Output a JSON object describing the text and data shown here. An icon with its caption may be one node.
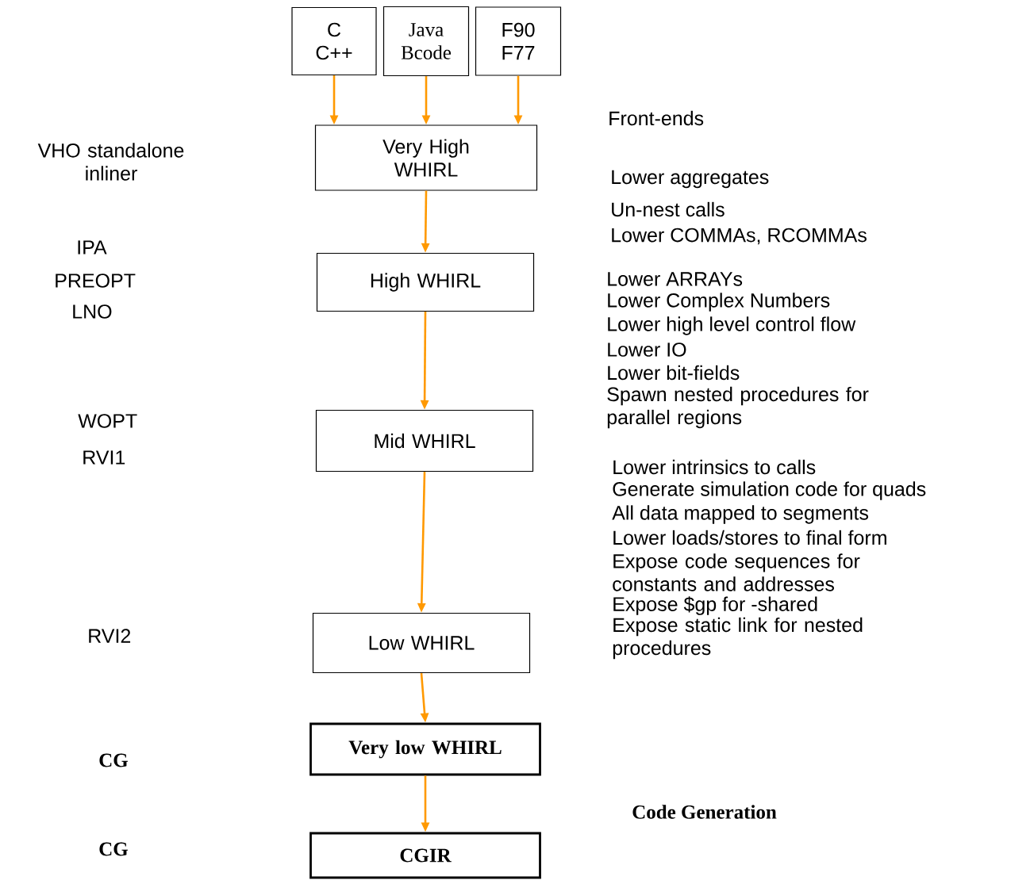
{
  "diagram": {
    "nodes": [
      {
        "text": [
          "C C++"
        ]
      },
      {
        "text": [
          "Java Bcode"
        ]
      },
      {
        "text": [
          "F90 F77"
        ]
      },
      {
        "text": [
          "Very High WHIRL"
        ]
      },
      {
        "text": [
          "High WHIRL"
        ]
      },
      {
        "text": [
          "Mid WHIRL"
        ]
      },
      {
        "text": [
          "Low WHIRL"
        ]
      },
      {
        "text": [
          "Very low WHIRL"
        ]
      },
      {
        "text": [
          "CGIR"
        ]
      }
    ],
    "edges": [
      {
        "from": 0,
        "to": 3,
        "arrow": "to"
      },
      {
        "from": 1,
        "to": 3,
        "arrow": "to"
      },
      {
        "from": 2,
        "to": 3,
        "arrow": "to"
      },
      {
        "from": 3,
        "to": 4,
        "arrow": "to"
      },
      {
        "from": 4,
        "to": 5,
        "arrow": "to"
      },
      {
        "from": 5,
        "to": 6,
        "arrow": "to"
      },
      {
        "from": 6,
        "to": 7,
        "arrow": "to"
      },
      {
        "from": 7,
        "to": 8,
        "arrow": "to"
      }
    ],
    "labels": [
      "Front-ends",
      "VHO standalone inliner",
      "Lower aggregates",
      "Un-nest calls",
      "Lower COMMAs, RCOMMAs",
      "IPA",
      "PREOPT",
      "Lower ARRAYs",
      "Lower Complex Numbers",
      "LNO",
      "Lower high level control flow",
      "Lower IO",
      "Lower bit-fields",
      "Spawn nested procedures for parallel regions",
      "WOPT",
      "RVI1",
      "Lower intrinsics to calls",
      "Generate simulation code for quads",
      "All data mapped to segments",
      "Lower loads/stores to final form",
      "Expose code sequences for constants and addresses",
      "Expose $gp for -shared",
      "Expose static link for nested procedures",
      "RVI2",
      "CG",
      "Code Generation",
      "CG"
    ]
  }
}
